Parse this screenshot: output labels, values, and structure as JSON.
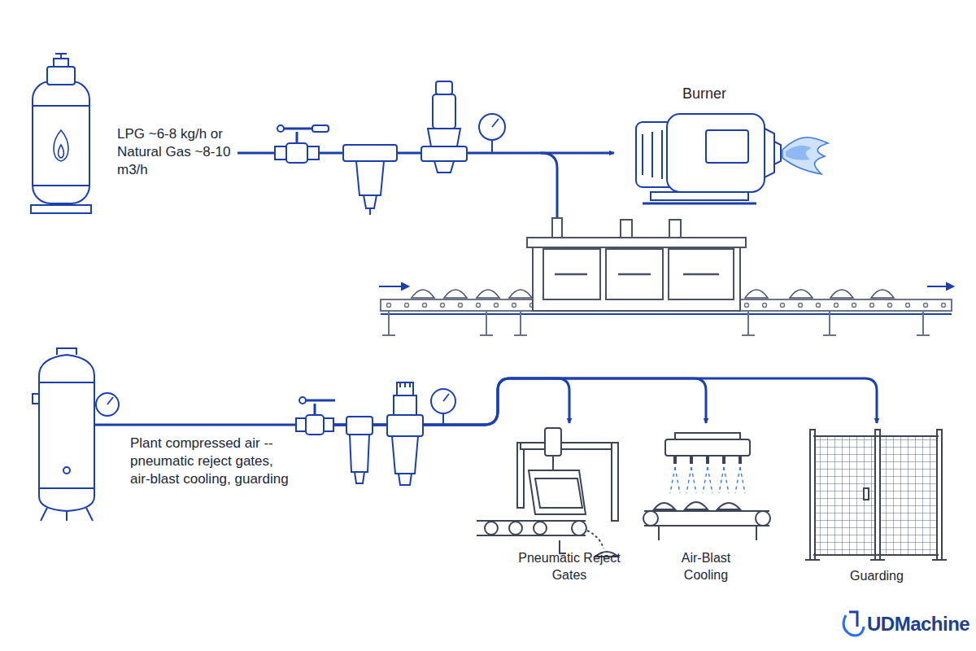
{
  "diagram": {
    "nodes": [
      {
        "text": [
          "LPG ~6-8 kg/h or Natural Gas ~8-10 m3/h"
        ]
      },
      {
        "text": [
          "Burner"
        ]
      },
      {
        "text": [
          "Plant compressed air -- pneumatic reject gates, air-blast cooling, guarding"
        ]
      },
      {
        "text": [
          "Pneumatic Reject Gates"
        ]
      },
      {
        "text": [
          "Air-Blast Cooling"
        ]
      },
      {
        "text": [
          "Guarding"
        ]
      }
    ],
    "edges": [
      {
        "from": 0,
        "to": 1,
        "arrow": "to"
      },
      {
        "from": 2,
        "to": 3,
        "arrow": "to"
      },
      {
        "from": 2,
        "to": 4,
        "arrow": "to"
      },
      {
        "from": 2,
        "to": 5,
        "arrow": "to"
      }
    ],
    "labels": [
      "UDMachine"
    ]
  }
}
